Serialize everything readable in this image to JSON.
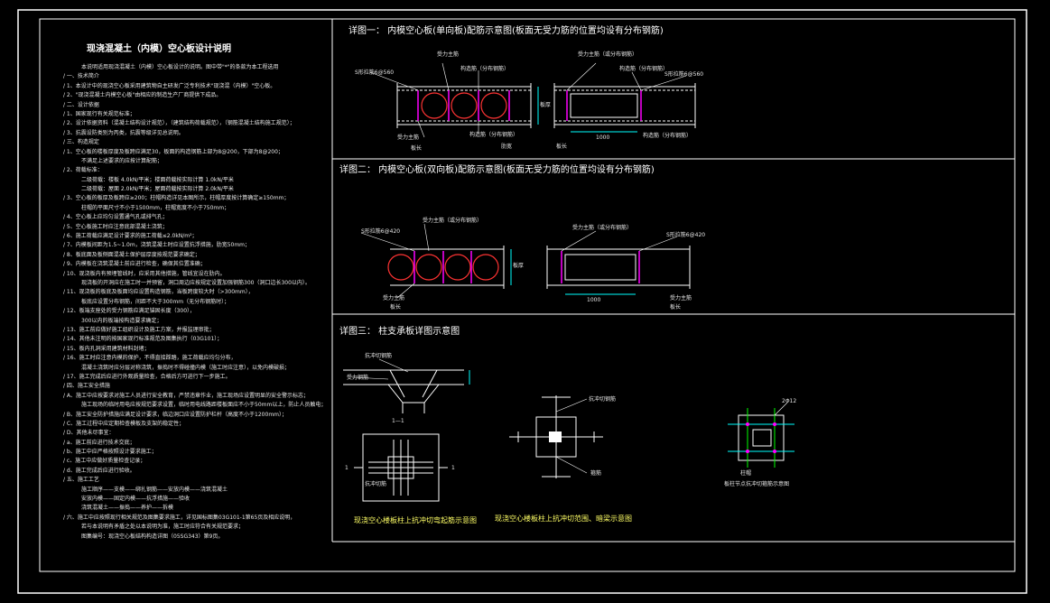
{
  "sheet": {
    "colors": {
      "background": "#000000",
      "line": "#ffffff",
      "accent": "#ff00ff",
      "dim": "#00ffff",
      "green": "#00ff00",
      "label": "#ffff00"
    }
  },
  "left": {
    "title": "现浇混凝土（内模）空心板设计说明",
    "lines": [
      "本说明适用现浇混凝土（内模）空心板设计的说明。图中带\"*\"的条款为本工程选用",
      "/  一、技术简介",
      "/  1、本设计中的现浇空心板采用建筑物自主研发广泛专利技术\"现浇混（内模）\"空心板。",
      "/  2、\"现浇混凝土内模空心板\"由相应的制造生产厂商提供下成品。",
      "/  二、设计依据",
      "/  1、国家现行有关规范标准；",
      "/  2、设计依据资料（混凝土结构设计规范），（建筑结构荷载规范），（钢筋混凝土结构施工规范）；",
      "/  3、抗震设防类别为丙类，抗震等级详见总说明。",
      "/  三、构造规定",
      "/  1、空心板的楼板厚度及板跨应满足30，板面的构造钢筋上部为8@200，下部为8@200；",
      "不满足上述要求的应按计算配筋；",
      "/  2、荷载标准：",
      "二级荷载：楼板 4.0kN/平米；楼面荷载按实际计算 1.0kN/平米",
      "二级荷载：屋面 2.0kN/平米；屋面荷载按实际计算 2.0kN/平米",
      "/  3、空心板的板厚及板跨应≥200；柱帽构造详见本图所示，柱帽厚度按计算确定≥150mm；",
      "柱帽的平面尺寸不小于1500mm，柱帽宽度不小于750mm；",
      "/  4、空心板上应均匀设置通气孔或排气孔；",
      "/  5、空心板施工时应注意底部混凝土浇筑；",
      "/  6、施工荷载应满足设计要求的施工荷载≤2.0kN/m²；",
      "/  7、内模板间距为1.5~1.0m，浇筑混凝土时应设置抗浮措施，肋宽50mm；",
      "/  8、板底面及板侧面混凝土保护层厚度按规范要求确定；",
      "/  9、内模板在浇筑混凝土前应进行检查，确保其位置准确；",
      "/  10、现浇板内有预埋管线时，应采用其他措施，管线宜设在肋内。",
      "现浇板的开洞应在施工时一并预留，洞口周边应按规定设置加强钢筋300（洞口边长300以内）。",
      "/  11、现浇板的板底及板面均应设置构造钢筋，当板跨度较大时（>300mm），",
      "板底应设置分布钢筋，间距不大于300mm（无分布钢筋时）；",
      "/  12、板端支座处的受力钢筋应满足锚固长度（300），",
      "300以内的板端按构造要求确定；",
      "/  13、施工前应做好施工组织设计及施工方案，并报监理审批；",
      "/  14、其他未注明的按国家现行标准规范及图集执行（03G101）；",
      "/  15、板内孔洞采用建筑材料封堵；",
      "/  16、施工时应注意内模的保护，不得直接踩踏，施工荷载应均匀分布，",
      "混凝土浇筑时应分层对称浇筑，振捣时不得碰撞内模（施工时应注意），以免内模破损；",
      "/  17、施工完成后应进行外观质量检查，合格后方可进行下一步施工。",
      "/  四、施工安全措施",
      "/  A、施工中应按要求对施工人员进行安全教育，严禁违章作业，施工现场应设置明显的安全警示标志；",
      "施工现场的临时用电应按规范要求设置，临时用电线路距楼板面应不小于50mm以上，防止人员触电；",
      "/  B、施工安全防护措施应满足设计要求，临边洞口应设置防护栏杆（高度不小于1200mm）；",
      "/  C、施工过程中应定期检查模板及支架的稳定性；",
      "/  D、其他未尽事宜：",
      "/  a、施工前应进行技术交底；",
      "/  b、施工中应严格按照设计要求施工；",
      "/  c、施工中应做好质量检查记录；",
      "/  d、施工完成后应进行验收。",
      "/  五、施工工艺",
      "施工顺序——支模——绑扎钢筋——安放内模——浇筑混凝土",
      "安放内模——固定内模——抗浮措施——验收",
      "浇筑混凝土——振捣——养护——拆模",
      "/  六、施工中应按照现行相关规范及图集要求施工，详见国标图集03G101-1第65页及相应说明，",
      "若与本说明有矛盾之处以本说明为准，施工时应符合有关规范要求；",
      "图集编号：现浇空心板结构构造详图（05SG343）第9页。"
    ]
  },
  "detail1": {
    "title": "详图一：  内模空心板(单向板)配筋示意图(板面无受力筋的位置均设有分布钢筋)",
    "labels": [
      "S形拉筋6@560",
      "受力主筋",
      "构造筋（分布钢筋）",
      "受力主筋（或分布钢筋）",
      "构造筋（分布钢筋）",
      "S形拉筋6@560",
      "受力主筋",
      "板长",
      "肋宽",
      "1000",
      "构造筋（分布钢筋）",
      "板长",
      "板厚"
    ]
  },
  "detail2": {
    "title": "详图二：  内模空心板(双向板)配筋示意图(板面无受力筋的位置均设有分布钢筋)",
    "labels": [
      "S形拉筋6@420",
      "受力主筋（或分布钢筋）",
      "受力主筋（或分布钢筋）",
      "S形拉筋6@420",
      "受力主筋",
      "板长",
      "1000",
      "受力主筋",
      "板长",
      "板厚"
    ]
  },
  "detail3": {
    "title": "详图三：  柱支承板详图示意图",
    "labels": [
      "抗冲切钢筋",
      "受力钢筋",
      "1—1",
      "1",
      "1",
      "抗冲切筋",
      "箍筋",
      "2Φ12",
      "柱帽",
      "抗冲切钢筋"
    ],
    "caption1": "现浇空心楼板柱上抗冲切弯起筋示意图",
    "caption2": "现浇空心楼板柱上抗冲切范围、暗梁示意图",
    "caption3": "板柱节点抗冲切箍筋示意图"
  }
}
